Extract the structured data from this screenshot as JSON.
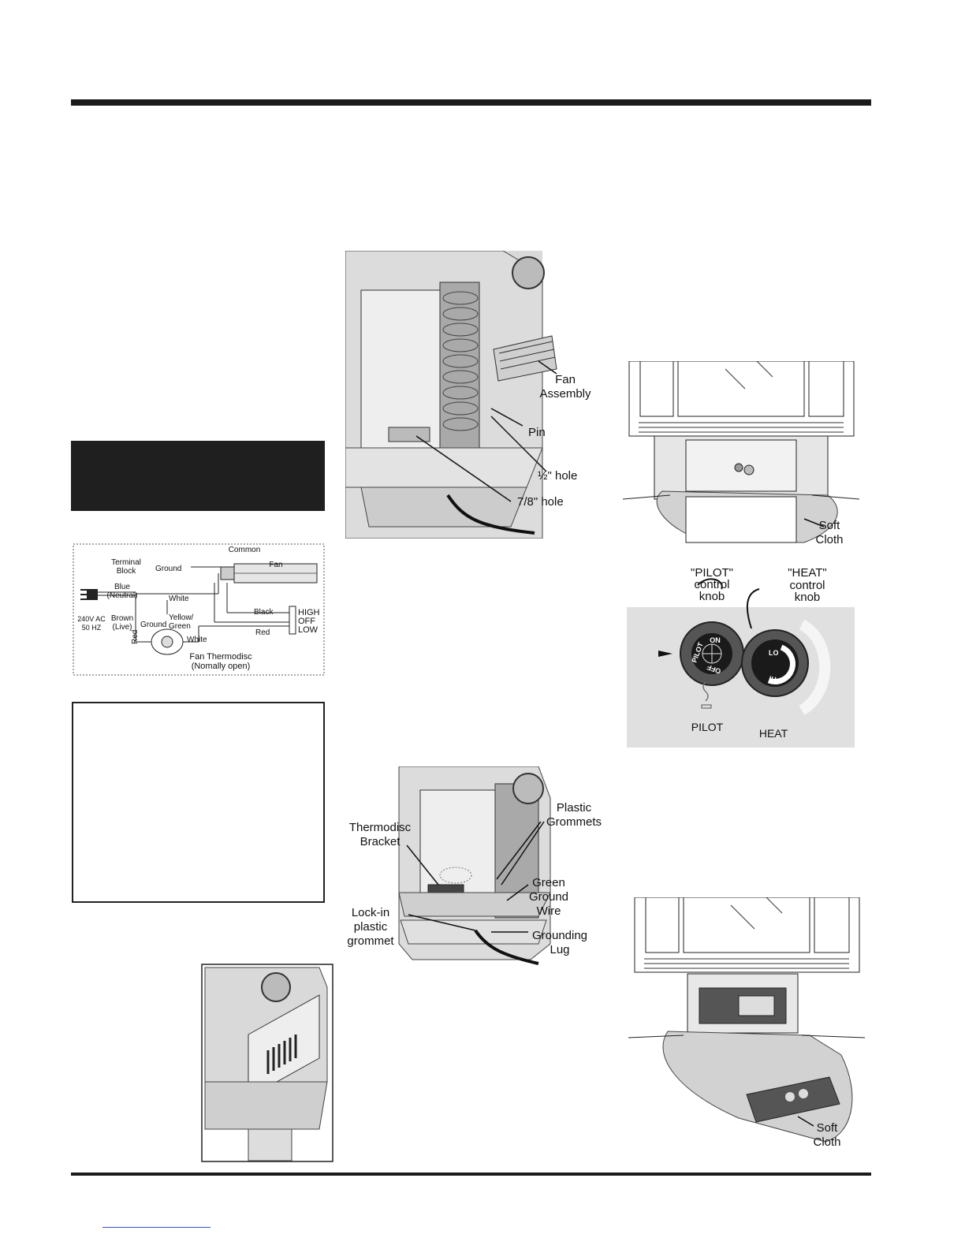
{
  "fan_assembly_figure": {
    "fan_assembly_line1": "Fan",
    "fan_assembly_line2": "Assembly",
    "pin": "Pin",
    "half_hole": "½\" hole",
    "seven_eighth_hole": "7/8\" hole"
  },
  "wiring_diagram": {
    "common": "Common",
    "terminal_block_line1": "Terminal",
    "terminal_block_line2": "Block",
    "ground_top": "Ground",
    "fan": "Fan",
    "blue_neutral_line1": "Blue",
    "blue_neutral_line2": "(Neutral)",
    "white_top": "White",
    "brown_live_line1": "Brown",
    "brown_live_line2": "(Live)",
    "yellow_green_line1": "Yellow/",
    "yellow_green_line2": "Green",
    "black": "Black",
    "switch_high": "HIGH",
    "switch_off": "OFF",
    "switch_low": "LOW",
    "supply_line1": "240V AC",
    "supply_line2": "50 HZ",
    "ground_bottom": "Ground",
    "red_vertical": "Red",
    "red_right": "Red",
    "white_bottom": "White",
    "fan_thermodisc_line1": "Fan Thermodisc",
    "fan_thermodisc_line2": "(Nomally open)"
  },
  "thermodisc_figure": {
    "thermodisc_bracket_line1": "Thermodisc",
    "thermodisc_bracket_line2": "Bracket",
    "plastic_grommets_line1": "Plastic",
    "plastic_grommets_line2": "Grommets",
    "green_ground_wire_line1": "Green",
    "green_ground_wire_line2": "Ground",
    "green_ground_wire_line3": "Wire",
    "lock_in_line1": "Lock-in",
    "lock_in_line2": "plastic",
    "lock_in_line3": "grommet",
    "grounding_lug_line1": "Grounding",
    "grounding_lug_line2": "Lug"
  },
  "control_panel_figure": {
    "soft_cloth_line1": "Soft",
    "soft_cloth_line2": "Cloth"
  },
  "knobs_figure": {
    "pilot_knob_line1": "\"PILOT\"",
    "pilot_knob_line2": "control",
    "pilot_knob_line3": "knob",
    "heat_knob_line1": "\"HEAT\"",
    "heat_knob_line2": "control",
    "heat_knob_line3": "knob",
    "pilot_on": "ON",
    "pilot_name": "PILOT",
    "pilot_off": "OFF",
    "heat_lo": "LO",
    "heat_hi": "HI",
    "pilot_caption": "PILOT",
    "heat_caption": "HEAT"
  },
  "valve_figure": {
    "soft_cloth_line1": "Soft",
    "soft_cloth_line2": "Cloth"
  }
}
